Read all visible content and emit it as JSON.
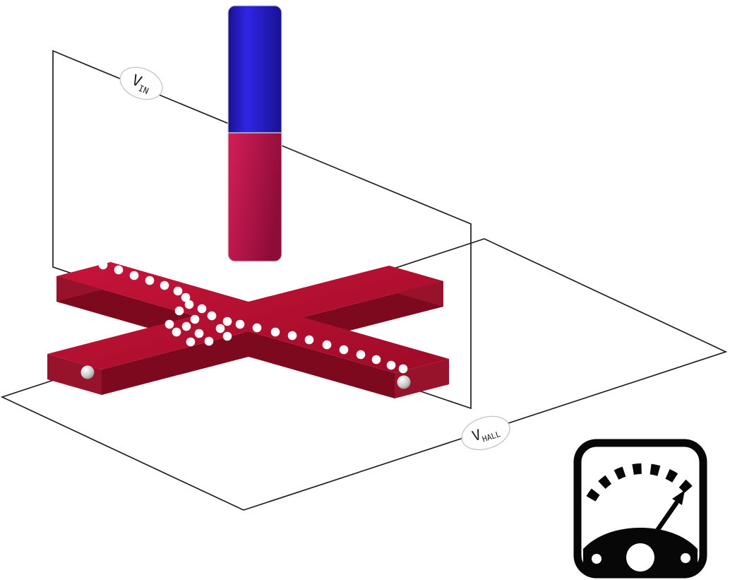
{
  "scene": {
    "labels": {
      "vin": {
        "main": "V",
        "sub": "IN"
      },
      "vhall": {
        "main": "V",
        "sub": "HALL"
      }
    },
    "colors": {
      "background": "#ffffff",
      "wire": "#1f1f1f",
      "magnet_blue_light": "#2f26e6",
      "magnet_blue_dark": "#1a1190",
      "magnet_red_light": "#cd1c56",
      "magnet_red_dark": "#8f0c38",
      "cross_top_light": "#c8143a",
      "cross_top_dark": "#9e0b26",
      "cross_side": "#97122b",
      "cross_side_dark": "#7c091e",
      "dot": "#ffffff",
      "sphere_light": "#ffffff",
      "sphere_mid": "#c9c9c9",
      "sphere_dark": "#6f6f6f",
      "label_bg": "#ffffff",
      "label_border": "#c4c4c4",
      "label_text": "#1d1d1d",
      "meter": "#070707"
    },
    "icons": {
      "voltmeter": "analog-voltmeter-icon",
      "magnet": "bar-magnet",
      "contact": "metal-sphere-contact"
    }
  }
}
